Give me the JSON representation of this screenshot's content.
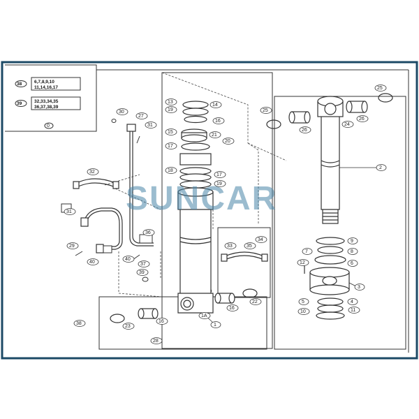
{
  "watermark": "SUNCAR",
  "legend": {
    "kit1": {
      "ref": "38",
      "line1": "6,7,8,9,10",
      "line2": "11,14,16,17"
    },
    "kit2": {
      "ref": "39",
      "line1": "32,33,34,35",
      "line2": "36,37,38,39"
    },
    "ref0": "0"
  },
  "callouts": {
    "c1": "1",
    "c2": "2",
    "c3": "3",
    "c4": "4",
    "c5": "5",
    "c6": "6",
    "c7": "7",
    "c8": "8",
    "c9": "9",
    "c10": "10",
    "c11": "11",
    "c12": "12",
    "c13": "13",
    "c14": "14",
    "c15": "15",
    "c16": "16",
    "c17": "17",
    "c18": "18",
    "c19": "19",
    "c20": "20",
    "c21": "21",
    "c22": "22",
    "c23": "23",
    "c24": "24",
    "c25": "25",
    "c26": "26",
    "c27": "27",
    "c28": "28",
    "c29": "29",
    "c30": "30",
    "c31": "31",
    "c32": "32",
    "c33": "33",
    "c34": "34",
    "c35": "35",
    "c36": "36",
    "c37": "37",
    "c38": "38",
    "c39": "39",
    "c40": "40",
    "c1a": "1A"
  },
  "colors": {
    "frame": "#1c4a66",
    "line": "#333333",
    "watermark": "#4a86a8"
  }
}
